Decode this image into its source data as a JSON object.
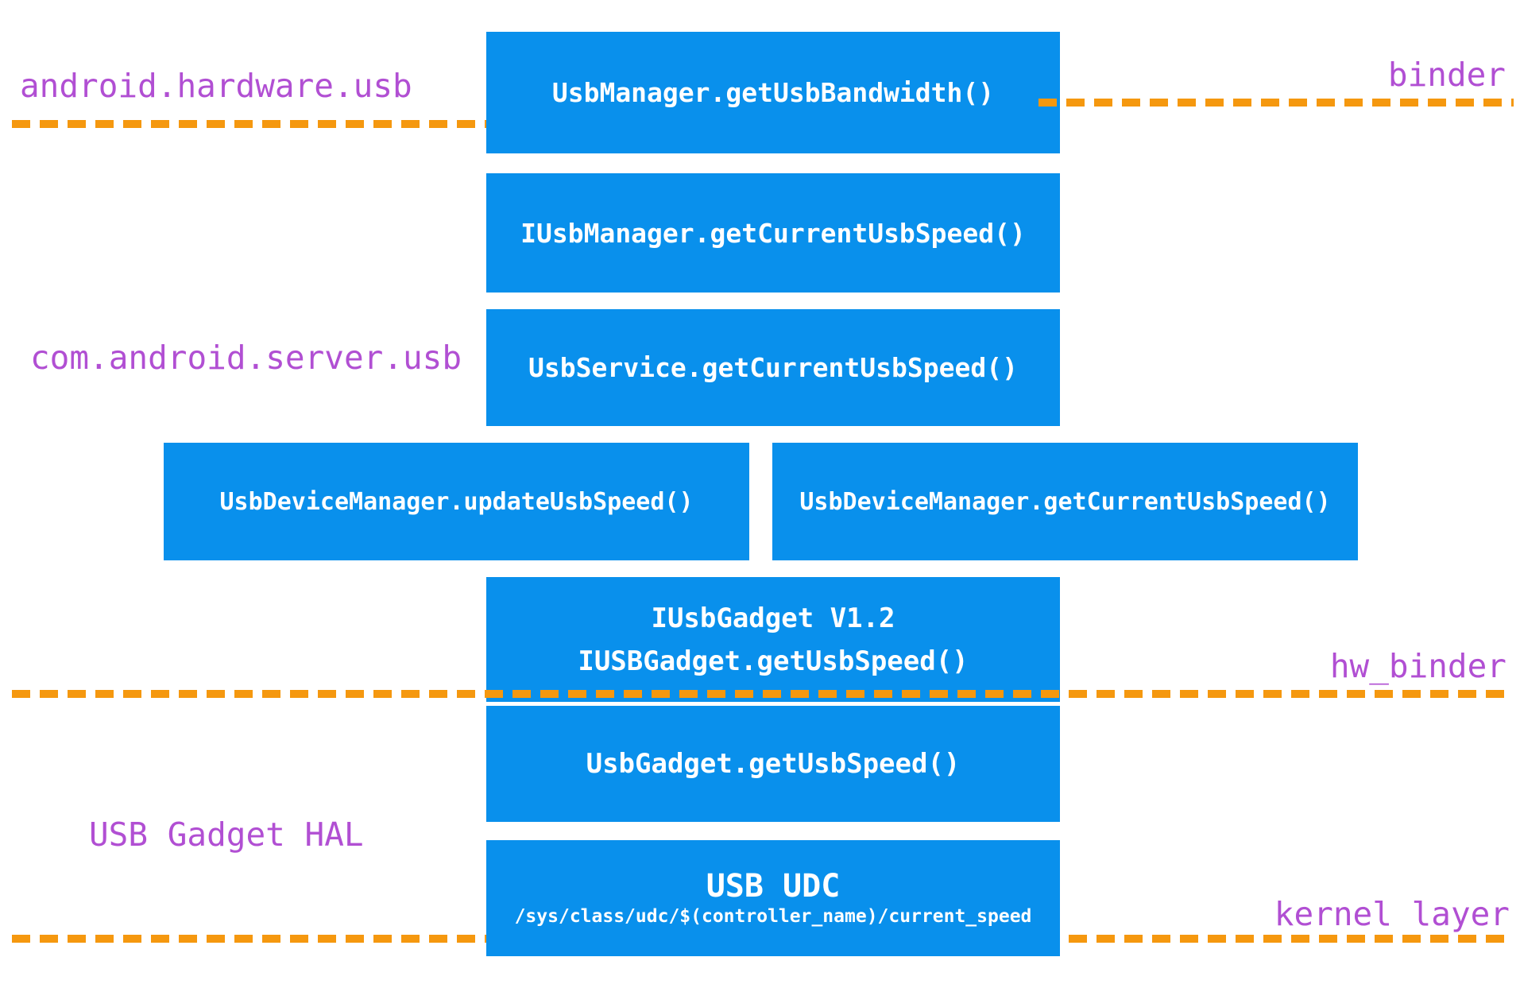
{
  "diagram": {
    "title_semantic": "Android USB speed / bandwidth call-path architecture",
    "labels": {
      "android_hardware_usb": "android.hardware.usb",
      "binder": "binder",
      "com_android_server_usb": "com.android.server.usb",
      "hw_binder": "hw_binder",
      "usb_gadget_hal": "USB Gadget HAL",
      "kernel_layer": "kernel layer"
    },
    "nodes": {
      "usb_manager": "UsbManager.getUsbBandwidth()",
      "iusb_manager": "IUsbManager.getCurrentUsbSpeed()",
      "usb_service": "UsbService.getCurrentUsbSpeed()",
      "usb_device_manager_update": "UsbDeviceManager.updateUsbSpeed()",
      "usb_device_manager_get": "UsbDeviceManager.getCurrentUsbSpeed()",
      "iusb_gadget_line1": "IUsbGadget V1.2",
      "iusb_gadget_line2": "IUSBGadget.getUsbSpeed()",
      "usb_gadget": "UsbGadget.getUsbSpeed()",
      "usb_udc_title": "USB UDC",
      "usb_udc_path": "/sys/class/udc/$(controller_name)/current_speed"
    },
    "colors": {
      "node_blue": "#0990EC",
      "label_purple": "#B14FD3",
      "dash_orange": "#F5980F",
      "node_text": "#FFFFFF",
      "background": "#FFFFFF"
    }
  }
}
